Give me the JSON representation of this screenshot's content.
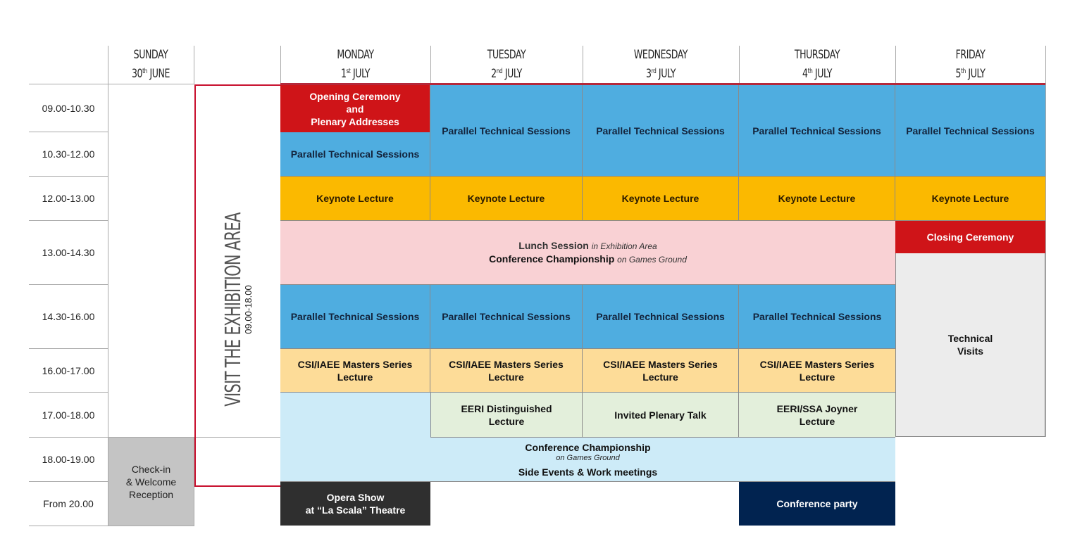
{
  "days": [
    {
      "name": "SUNDAY",
      "num": "30",
      "suffix": "th",
      "month": "JUNE"
    },
    {
      "name": "MONDAY",
      "num": "1",
      "suffix": "st",
      "month": "JULY"
    },
    {
      "name": "TUESDAY",
      "num": "2",
      "suffix": "nd",
      "month": "JULY"
    },
    {
      "name": "WEDNESDAY",
      "num": "3",
      "suffix": "rd",
      "month": "JULY"
    },
    {
      "name": "THURSDAY",
      "num": "4",
      "suffix": "th",
      "month": "JULY"
    },
    {
      "name": "FRIDAY",
      "num": "5",
      "suffix": "th",
      "month": "JULY"
    }
  ],
  "times": [
    "09.00-10.30",
    "10.30-12.00",
    "12.00-13.00",
    "13.00-14.30",
    "14.30-16.00",
    "16.00-17.00",
    "17.00-18.00",
    "18.00-19.00",
    "From 20.00"
  ],
  "exhibition": {
    "title": "VISIT THE EXHIBITION AREA",
    "hours": "09.00-18.00"
  },
  "sessions": {
    "opening": {
      "line1": "Opening Ceremony",
      "line2": "and",
      "line3": "Plenary Addresses"
    },
    "parallel": "Parallel Technical Sessions",
    "keynote": "Keynote Lecture",
    "lunch": {
      "title": "Lunch Session",
      "where": "in Exhibition Area",
      "title2": "Conference Championship",
      "where2": "on Games Ground"
    },
    "closing": "Closing Ceremony",
    "technical_visits": {
      "line1": "Technical",
      "line2": "Visits"
    },
    "masters": {
      "line1": "CSI/IAEE Masters Series",
      "line2": "Lecture"
    },
    "eeri_distinguished": {
      "line1": "EERI Distinguished",
      "line2": "Lecture"
    },
    "invited_plenary": "Invited Plenary Talk",
    "joyner": {
      "line1": "EERI/SSA Joyner",
      "line2": "Lecture"
    },
    "evening": {
      "title": "Conference Championship",
      "where": "on Games Ground",
      "title2": "Side Events & Work meetings"
    },
    "checkin": {
      "line1": "Check-in",
      "line2": "& Welcome",
      "line3": "Reception"
    },
    "opera": {
      "line1": "Opera Show",
      "line2": "at “La Scala” Theatre"
    },
    "party": "Conference party"
  },
  "colors": {
    "parallel": "#4fade0",
    "keynote": "#fbb900",
    "lunch": "#f9d1d4",
    "ceremony": "#cf1418",
    "masters": "#fddc98",
    "lectures": "#e3efdb",
    "evening": "#cdebf8",
    "visits": "#ececec",
    "checkin": "#c4c4c4",
    "opera": "#2f2f2f",
    "party": "#012350",
    "exhibition_border": "#c8102e"
  }
}
